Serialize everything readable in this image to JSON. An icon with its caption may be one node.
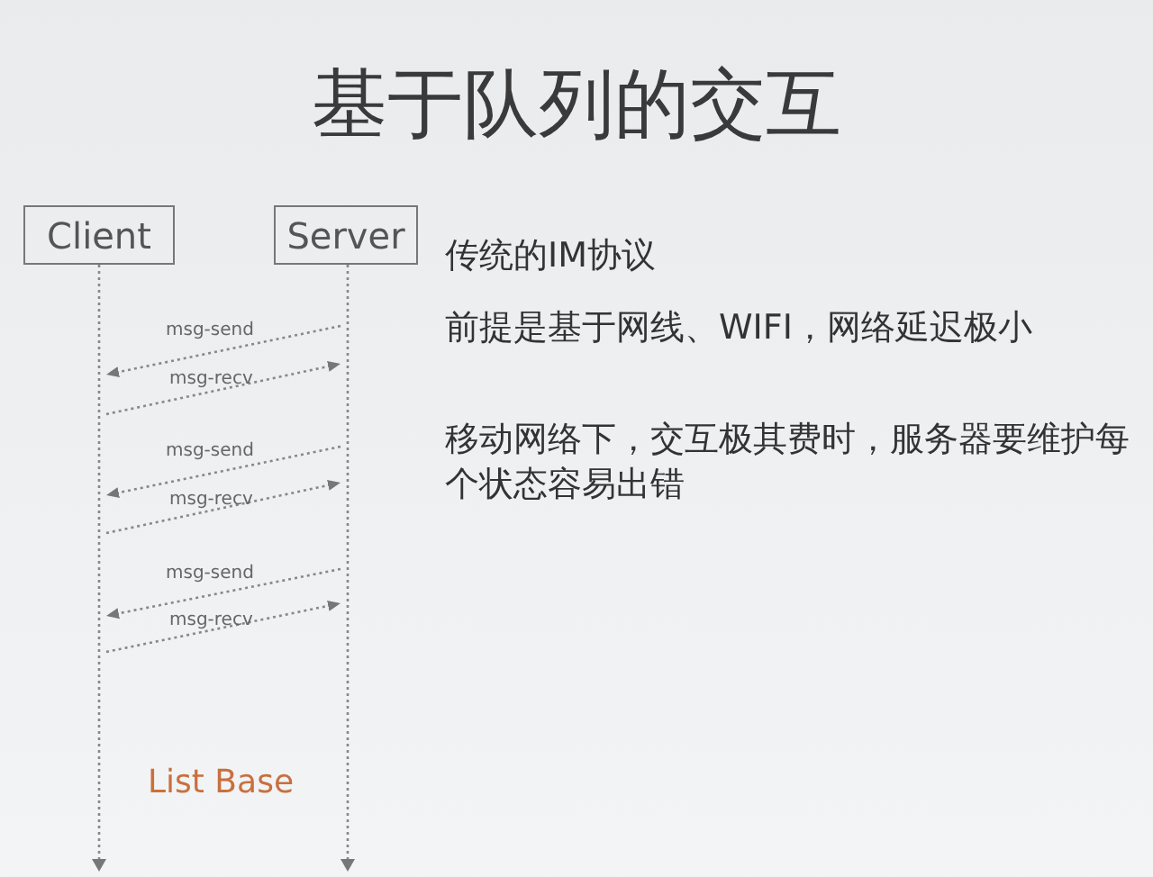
{
  "diagram": {
    "title": "基于队列的交互",
    "nodes": [
      {
        "text": [
          "Client"
        ]
      },
      {
        "text": [
          "Server"
        ]
      },
      {
        "text": [],
        "shape": "bar"
      },
      {
        "text": [],
        "shape": "bar"
      }
    ],
    "edges": [
      {
        "from": 3,
        "to": 2,
        "arrow": "to",
        "label": "msg-send",
        "style": "dashed"
      },
      {
        "from": 2,
        "to": 3,
        "arrow": "to",
        "label": "msg-recv",
        "style": "dashed"
      },
      {
        "from": 3,
        "to": 2,
        "arrow": "to",
        "label": "msg-send",
        "style": "dashed"
      },
      {
        "from": 2,
        "to": 3,
        "arrow": "to",
        "label": "msg-recv",
        "style": "dashed"
      },
      {
        "from": 3,
        "to": 2,
        "arrow": "to",
        "label": "msg-send",
        "style": "dashed"
      },
      {
        "from": 2,
        "to": 3,
        "arrow": "to",
        "label": "msg-recv",
        "style": "dashed"
      }
    ],
    "labels": [
      "传统的IM协议",
      "前提是基于网线、WIFI，网络延迟极小",
      "移动网络下，交互极其费时，服务器要维护每个状态容易出错",
      "List Base"
    ]
  }
}
